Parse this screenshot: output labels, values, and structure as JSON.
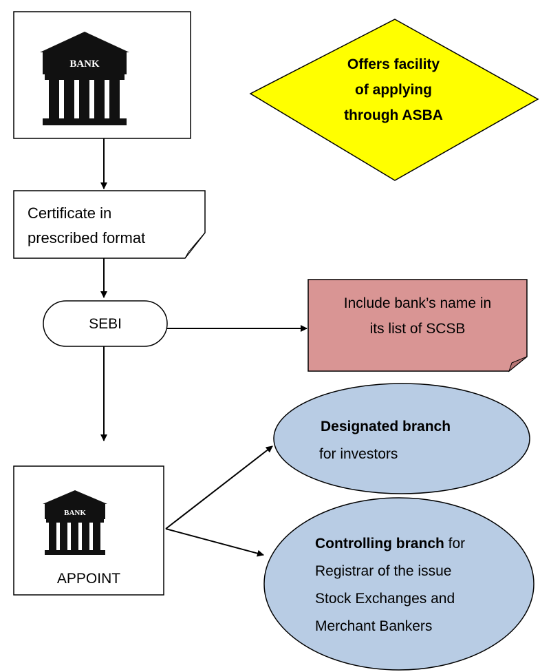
{
  "bank_icon_label": "BANK",
  "colors": {
    "diamond": "#ffff00",
    "scsb_box": "#d99594",
    "oval": "#b8cce4",
    "stroke": "#000000"
  },
  "diamond": {
    "lines": [
      "Offers facility",
      "of applying",
      "through ASBA"
    ]
  },
  "certificate": {
    "lines": [
      "Certificate in",
      "prescribed format"
    ]
  },
  "sebi": {
    "label": "SEBI"
  },
  "scsb_box": {
    "lines": [
      "Include bank’s name in",
      "its list of SCSB"
    ]
  },
  "appoint_box": {
    "label": "APPOINT"
  },
  "designated_oval": {
    "bold_text": "Designated branch",
    "text": "for investors"
  },
  "controlling_oval": {
    "bold_text": "Controlling branch",
    "text_after_bold": " for",
    "lines": [
      "Registrar of the issue",
      "Stock Exchanges and",
      "Merchant Bankers"
    ]
  }
}
